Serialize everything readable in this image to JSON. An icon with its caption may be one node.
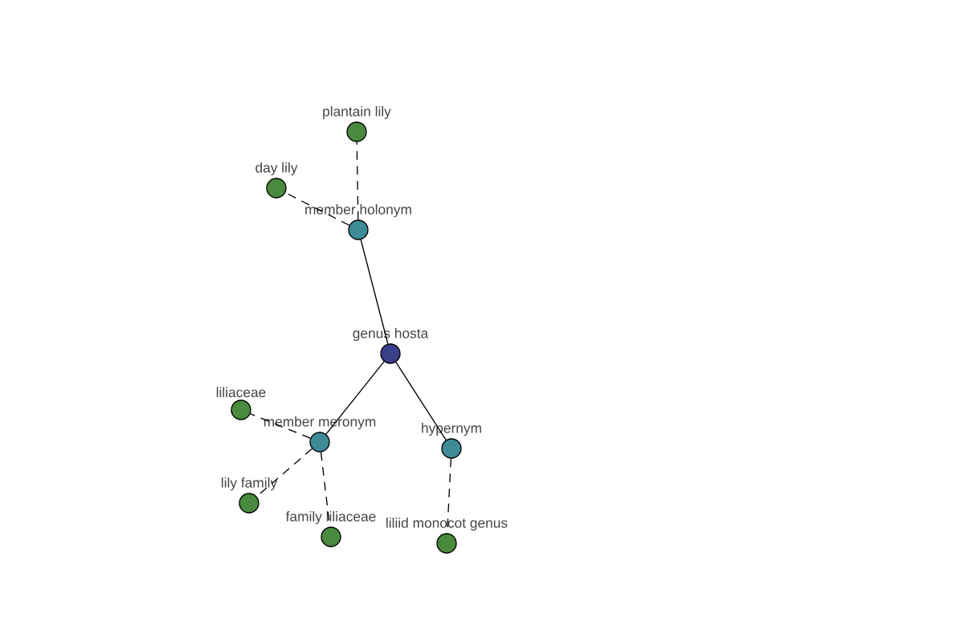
{
  "diagram": {
    "nodes": [
      {
        "text": [
          "plantain lily"
        ]
      },
      {
        "text": [
          "day lily"
        ]
      },
      {
        "text": [
          "member holonym"
        ]
      },
      {
        "text": [
          "genus hosta"
        ]
      },
      {
        "text": [
          "liliaceae"
        ]
      },
      {
        "text": [
          "member meronym"
        ]
      },
      {
        "text": [
          "hypernym"
        ]
      },
      {
        "text": [
          "lily family"
        ]
      },
      {
        "text": [
          "family liliaceae"
        ]
      },
      {
        "text": [
          "liliid monocot genus"
        ]
      }
    ],
    "edges": [
      {
        "from": 3,
        "to": 2,
        "arrow": "none"
      },
      {
        "from": 3,
        "to": 5,
        "arrow": "none"
      },
      {
        "from": 3,
        "to": 6,
        "arrow": "none"
      },
      {
        "from": 2,
        "to": 0,
        "arrow": "none",
        "style": "dashed"
      },
      {
        "from": 2,
        "to": 1,
        "arrow": "none",
        "style": "dashed"
      },
      {
        "from": 5,
        "to": 4,
        "arrow": "none",
        "style": "dashed"
      },
      {
        "from": 5,
        "to": 7,
        "arrow": "none",
        "style": "dashed"
      },
      {
        "from": 5,
        "to": 8,
        "arrow": "none",
        "style": "dashed"
      },
      {
        "from": 6,
        "to": 9,
        "arrow": "none",
        "style": "dashed"
      }
    ]
  }
}
